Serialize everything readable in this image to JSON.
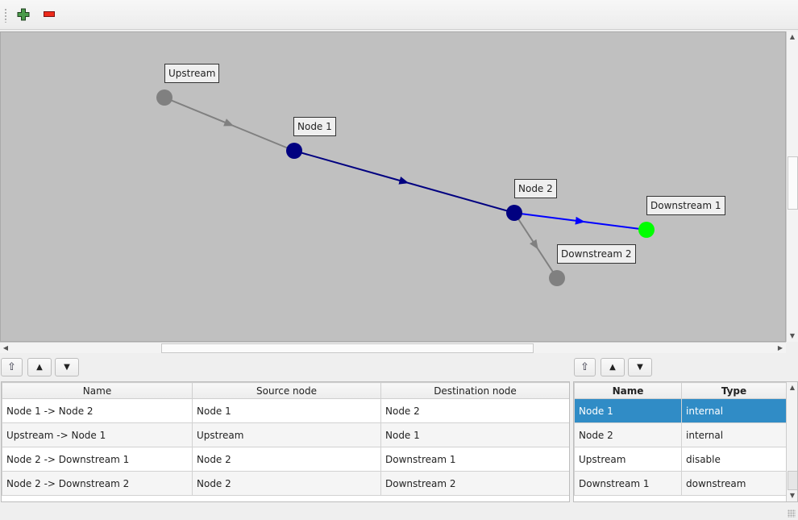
{
  "toolbar": {
    "add_icon": "plus-icon",
    "remove_icon": "minus-icon"
  },
  "graph": {
    "nodes": [
      {
        "label": "Upstream",
        "color": "#808080"
      },
      {
        "label": "Node 1",
        "color": "#000080"
      },
      {
        "label": "Node 2",
        "color": "#000080"
      },
      {
        "label": "Downstream 1",
        "color": "#00ff00"
      },
      {
        "label": "Downstream 2",
        "color": "#808080"
      }
    ],
    "edges": [
      {
        "from": "Upstream",
        "to": "Node 1",
        "color": "#808080"
      },
      {
        "from": "Node 1",
        "to": "Node 2",
        "color": "#000080"
      },
      {
        "from": "Node 2",
        "to": "Downstream 1",
        "color": "#0000ff"
      },
      {
        "from": "Node 2",
        "to": "Downstream 2",
        "color": "#808080"
      }
    ]
  },
  "edges_table": {
    "columns": [
      "Name",
      "Source node",
      "Destination node"
    ],
    "rows": [
      [
        "Node 1 -> Node 2",
        "Node 1",
        "Node 2"
      ],
      [
        "Upstream -> Node 1",
        "Upstream",
        "Node 1"
      ],
      [
        "Node 2 -> Downstream 1",
        "Node 2",
        "Downstream 1"
      ],
      [
        "Node 2 -> Downstream 2",
        "Node 2",
        "Downstream 2"
      ]
    ]
  },
  "nodes_table": {
    "columns": [
      "Name",
      "Type"
    ],
    "rows": [
      [
        "Node 1",
        "internal"
      ],
      [
        "Node 2",
        "internal"
      ],
      [
        "Upstream",
        "disable"
      ],
      [
        "Downstream 1",
        "downstream"
      ]
    ],
    "selected_row": 0
  },
  "colors": {
    "canvas": "#c0c0c0",
    "selection": "#308cc6"
  }
}
